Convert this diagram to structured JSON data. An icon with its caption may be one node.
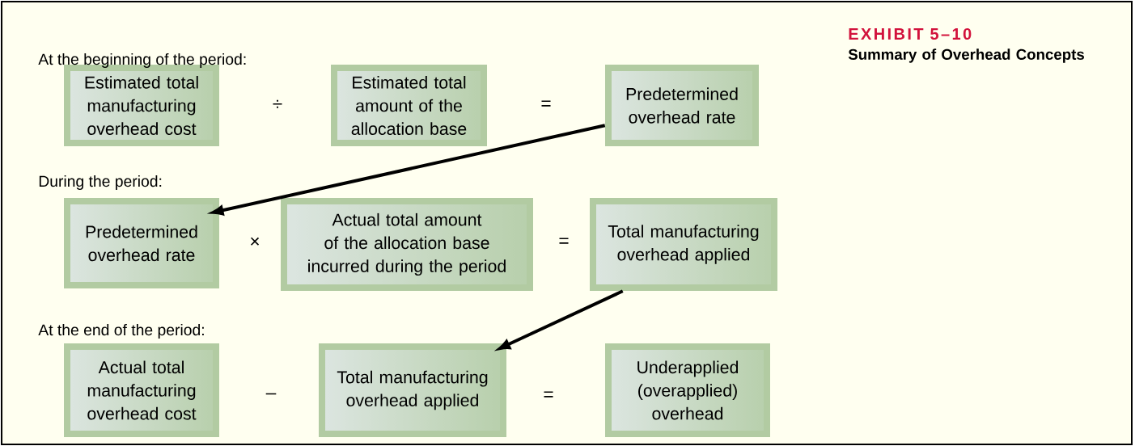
{
  "diagram": {
    "title": "EXHIBIT 5–10",
    "caption": "Summary of Overhead Concepts",
    "nodes": [
      {
        "text": [
          "Estimated total manufacturing overhead cost"
        ]
      },
      {
        "text": [
          "Estimated total amount of the allocation base"
        ]
      },
      {
        "text": [
          "Predetermined overhead rate"
        ]
      },
      {
        "text": [
          "Predetermined overhead rate"
        ]
      },
      {
        "text": [
          "Actual total amount of the allocation base incurred during the period"
        ]
      },
      {
        "text": [
          "Total manufacturing overhead applied"
        ]
      },
      {
        "text": [
          "Actual total manufacturing overhead cost"
        ]
      },
      {
        "text": [
          "Total manufacturing overhead applied"
        ]
      },
      {
        "text": [
          "Underapplied (overapplied) overhead"
        ]
      }
    ],
    "edges": [
      {
        "from": 2,
        "to": 3,
        "arrow": "to"
      },
      {
        "from": 5,
        "to": 7,
        "arrow": "to"
      }
    ],
    "labels": [
      "At the beginning of the period:",
      "÷",
      "=",
      "During the period:",
      "×",
      "=",
      "At the end of the period:",
      "–",
      "="
    ]
  }
}
